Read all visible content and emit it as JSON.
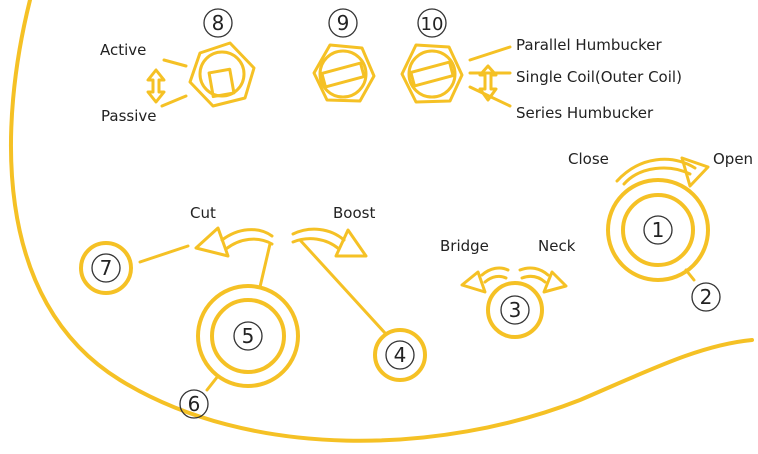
{
  "colors": {
    "accent": "#f5c125",
    "ink": "#222222",
    "thin": "#333333"
  },
  "callouts": {
    "n1": "1",
    "n2": "2",
    "n3": "3",
    "n4": "4",
    "n5": "5",
    "n6": "6",
    "n7": "7",
    "n8": "8",
    "n9": "9",
    "n10": "10"
  },
  "labels": {
    "active": "Active",
    "passive": "Passive",
    "parallel": "Parallel Humbucker",
    "single": "Single Coil(Outer Coil)",
    "series": "Series Humbucker",
    "close": "Close",
    "open": "Open",
    "cut": "Cut",
    "boost": "Boost",
    "bridge": "Bridge",
    "neck": "Neck"
  }
}
